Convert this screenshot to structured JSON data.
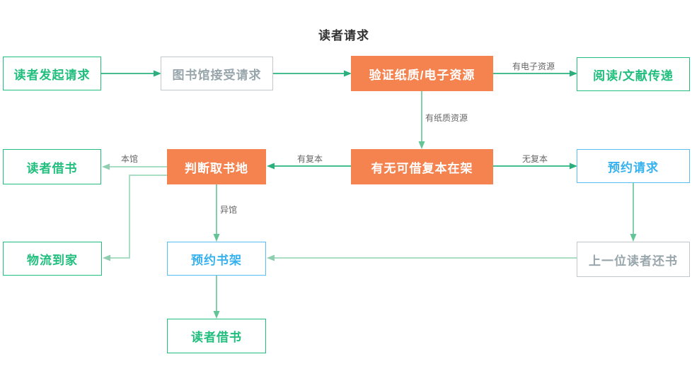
{
  "title": "读者请求",
  "colors": {
    "green": "#21BE7E",
    "orange": "#F58350",
    "blue_text": "#36B2EF",
    "blue_border": "#56BEF0",
    "gray_text": "#98A6AC",
    "gray_border": "#C2C7CB",
    "arrow_strong_green": "#44BE8F",
    "arrow_medium_green": "#84CFAB",
    "arrow_light_green": "#A9DEC5",
    "title_text": "#333333",
    "edge_label_text": "#666666"
  },
  "nodes": {
    "reader_initiates": {
      "label": "读者发起请求",
      "style": "green"
    },
    "library_accepts": {
      "label": "图书馆接受请求",
      "style": "gray"
    },
    "verify_resource": {
      "label": "验证纸质/电子资源",
      "style": "orange"
    },
    "read_delivery": {
      "label": "阅读/文献传递",
      "style": "green"
    },
    "check_copies": {
      "label": "有无可借复本在架",
      "style": "orange"
    },
    "decide_pickup": {
      "label": "判断取书地",
      "style": "orange"
    },
    "reader_borrows_local": {
      "label": "读者借书",
      "style": "green"
    },
    "reservation_request": {
      "label": "预约请求",
      "style": "blue"
    },
    "logistics_home": {
      "label": "物流到家",
      "style": "green"
    },
    "reserved_shelf": {
      "label": "预约书架",
      "style": "blue"
    },
    "previous_reader_returns": {
      "label": "上一位读者还书",
      "style": "gray"
    },
    "reader_borrows_shelf": {
      "label": "读者借书",
      "style": "green"
    }
  },
  "edge_labels": {
    "has_electronic": "有电子资源",
    "has_paper": "有纸质资源",
    "has_copy": "有复本",
    "no_copy": "无复本",
    "local_branch": "本馆",
    "other_branch": "异馆"
  }
}
